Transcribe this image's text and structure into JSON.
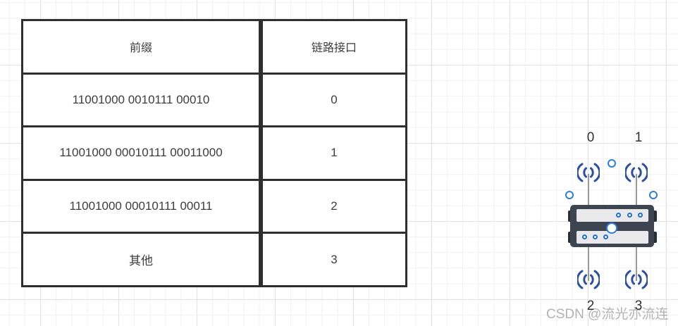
{
  "diagram": {
    "forwarding_table": {
      "headers": {
        "prefix": "前缀",
        "link_interface": "链路接口"
      },
      "rows": [
        {
          "prefix": "11001000 0010111 00010",
          "interface": "0"
        },
        {
          "prefix": "11001000 00010111 00011000",
          "interface": "1"
        },
        {
          "prefix": "11001000 00010111 00011",
          "interface": "2"
        },
        {
          "prefix": "其他",
          "interface": "3"
        }
      ]
    },
    "router": {
      "interface_labels": [
        "0",
        "1",
        "2",
        "3"
      ]
    },
    "watermark": "CSDN @流光亦流连",
    "colors": {
      "table_border": "#2e2e2e",
      "text": "#3d3d3d",
      "wifi_blue": "#2b4fa3",
      "handle_blue": "#2e7de0",
      "router_body": "#3d4650",
      "router_panel": "#e9e9eb",
      "antenna_gray": "#9a9a9a",
      "watermark_gray": "#b3b3b3"
    }
  }
}
